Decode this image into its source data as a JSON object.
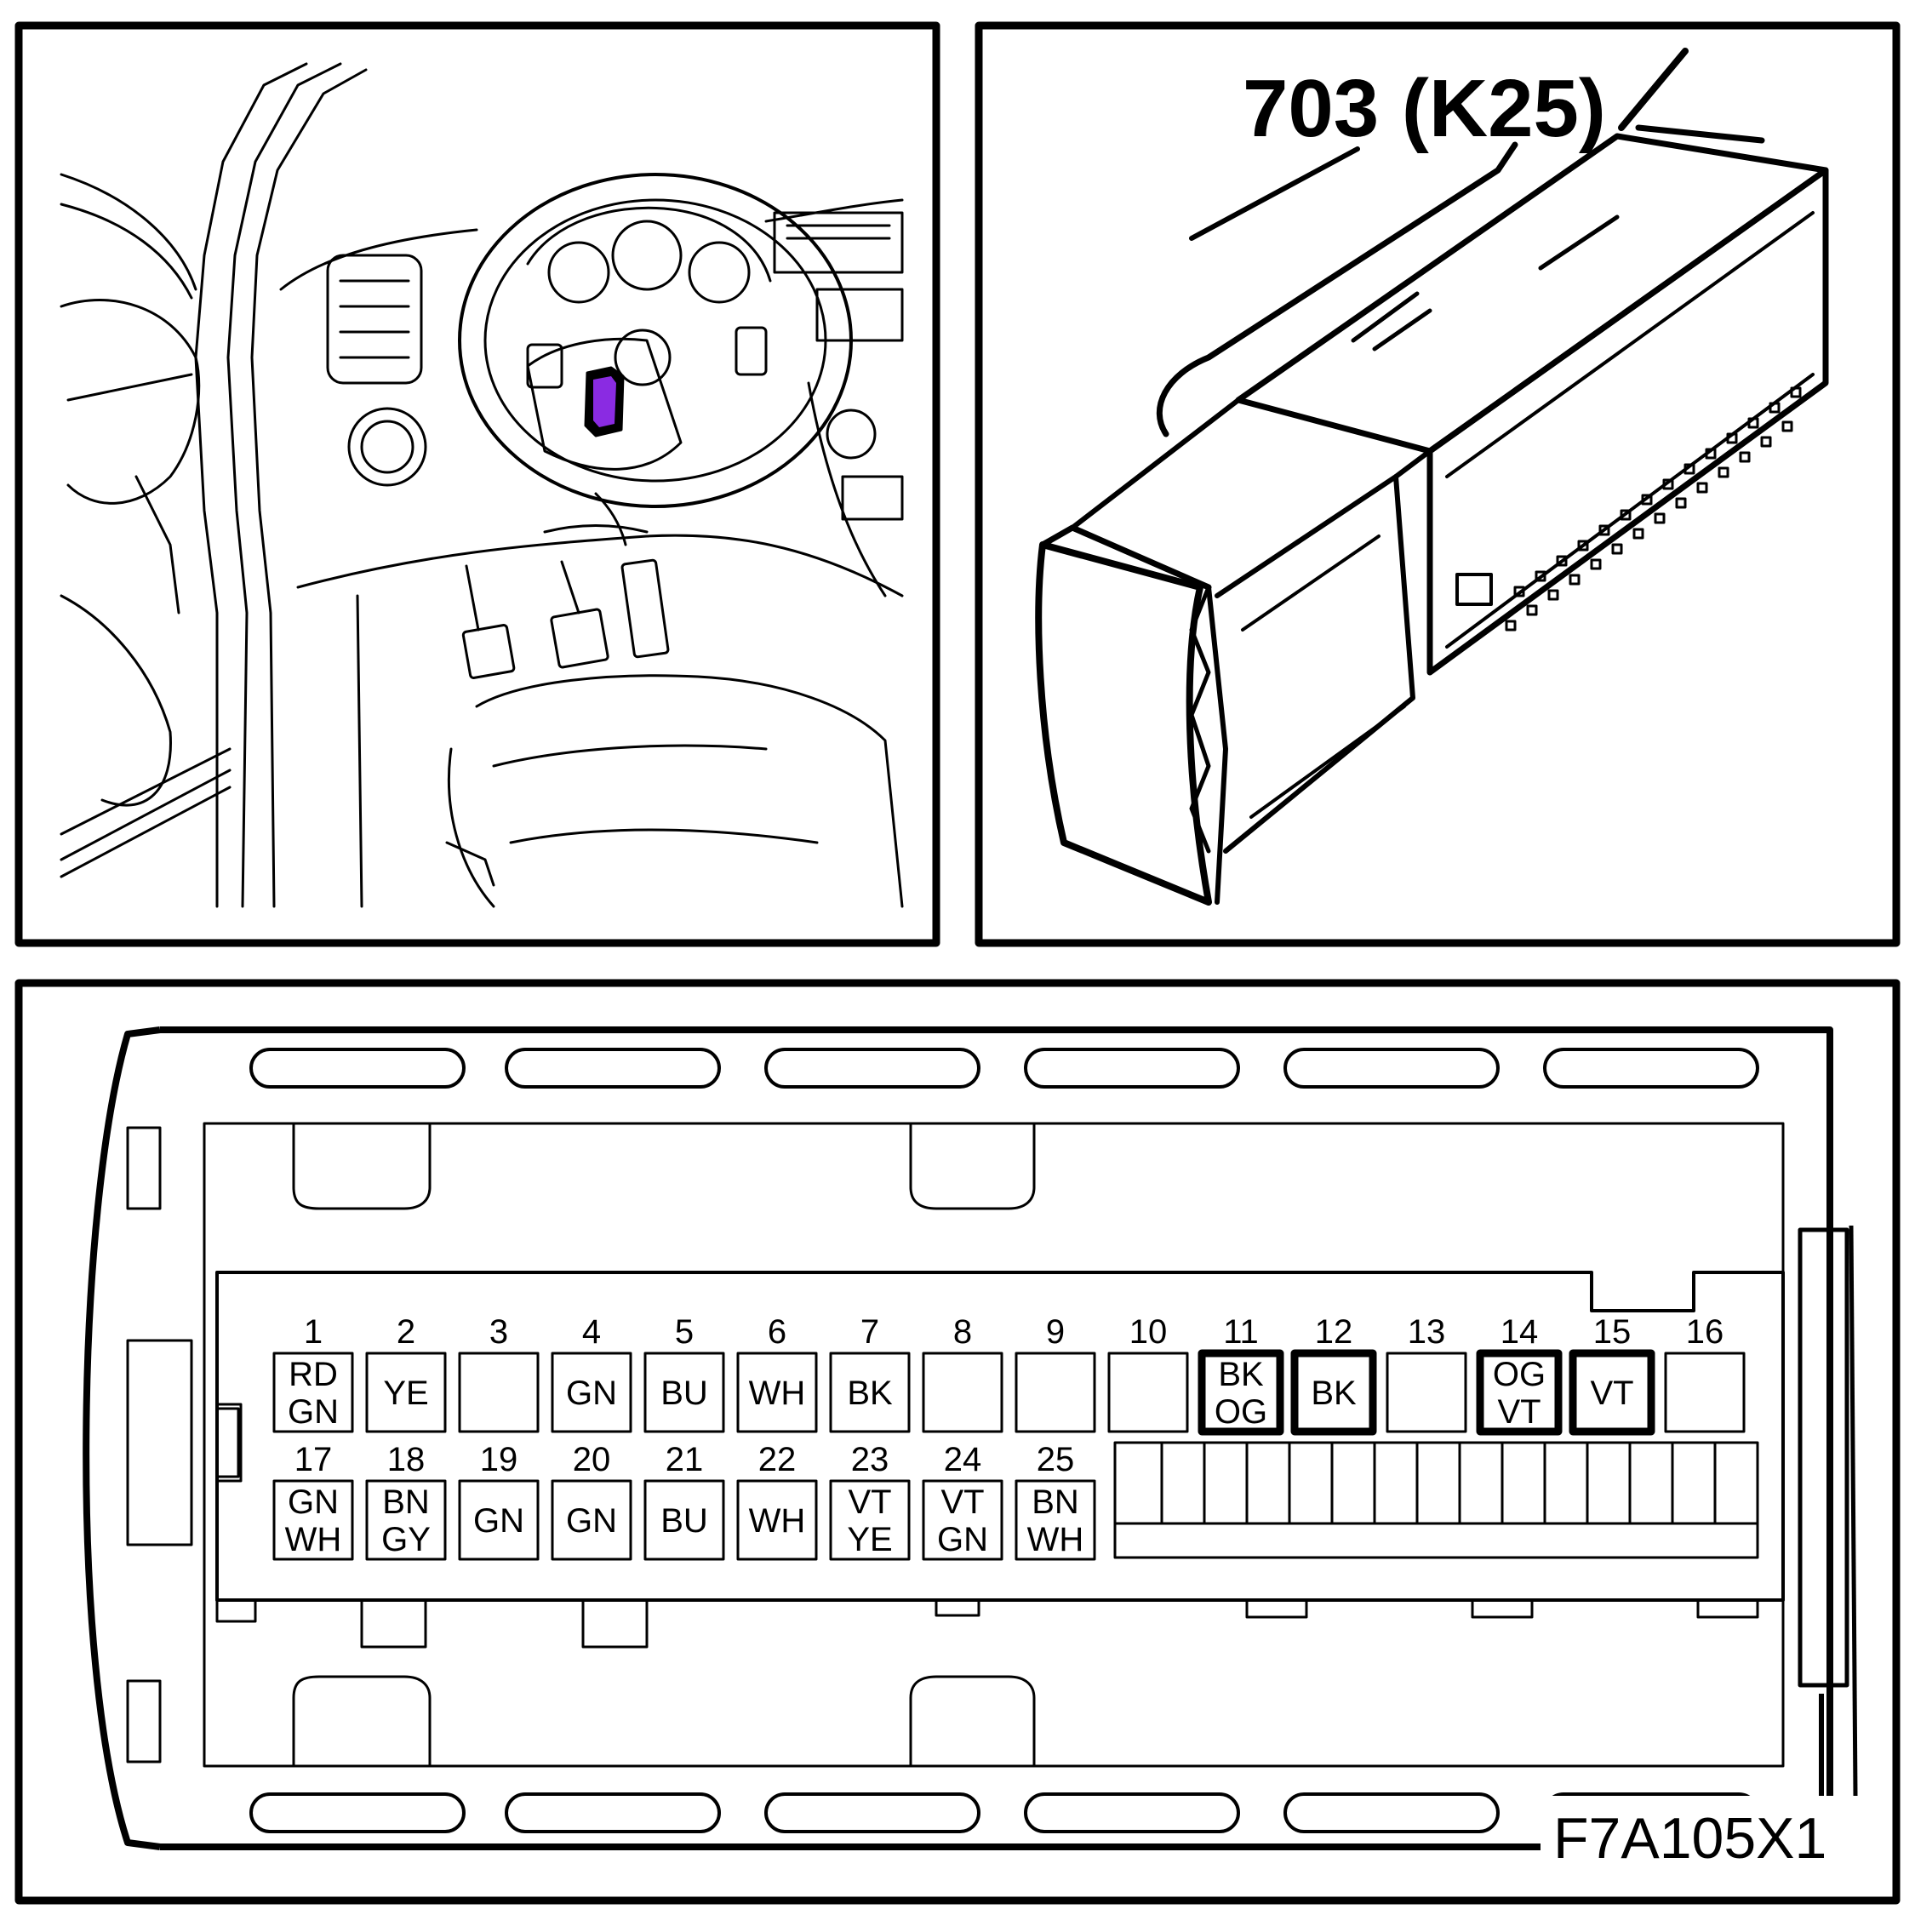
{
  "diagram": {
    "connector_label": "703 (K25)",
    "figure_code": "F7A105X1",
    "highlight_color": "#8a2be2",
    "row1": [
      {
        "num": "1",
        "colors": [
          "RD",
          "GN"
        ],
        "bold": false
      },
      {
        "num": "2",
        "colors": [
          "YE"
        ],
        "bold": false
      },
      {
        "num": "3",
        "colors": [],
        "bold": false
      },
      {
        "num": "4",
        "colors": [
          "GN"
        ],
        "bold": false
      },
      {
        "num": "5",
        "colors": [
          "BU"
        ],
        "bold": false
      },
      {
        "num": "6",
        "colors": [
          "WH"
        ],
        "bold": false
      },
      {
        "num": "7",
        "colors": [
          "BK"
        ],
        "bold": false
      },
      {
        "num": "8",
        "colors": [],
        "bold": false
      },
      {
        "num": "9",
        "colors": [],
        "bold": false
      },
      {
        "num": "10",
        "colors": [],
        "bold": false
      },
      {
        "num": "11",
        "colors": [
          "BK",
          "OG"
        ],
        "bold": true
      },
      {
        "num": "12",
        "colors": [
          "BK"
        ],
        "bold": true
      },
      {
        "num": "13",
        "colors": [],
        "bold": false
      },
      {
        "num": "14",
        "colors": [
          "OG",
          "VT"
        ],
        "bold": true
      },
      {
        "num": "15",
        "colors": [
          "VT"
        ],
        "bold": true
      },
      {
        "num": "16",
        "colors": [],
        "bold": false
      }
    ],
    "row2": [
      {
        "num": "17",
        "colors": [
          "GN",
          "WH"
        ]
      },
      {
        "num": "18",
        "colors": [
          "BN",
          "GY"
        ]
      },
      {
        "num": "19",
        "colors": [
          "GN"
        ]
      },
      {
        "num": "20",
        "colors": [
          "GN"
        ]
      },
      {
        "num": "21",
        "colors": [
          "BU"
        ]
      },
      {
        "num": "22",
        "colors": [
          "WH"
        ]
      },
      {
        "num": "23",
        "colors": [
          "VT",
          "YE"
        ]
      },
      {
        "num": "24",
        "colors": [
          "VT",
          "GN"
        ]
      },
      {
        "num": "25",
        "colors": [
          "BN",
          "WH"
        ]
      }
    ]
  }
}
